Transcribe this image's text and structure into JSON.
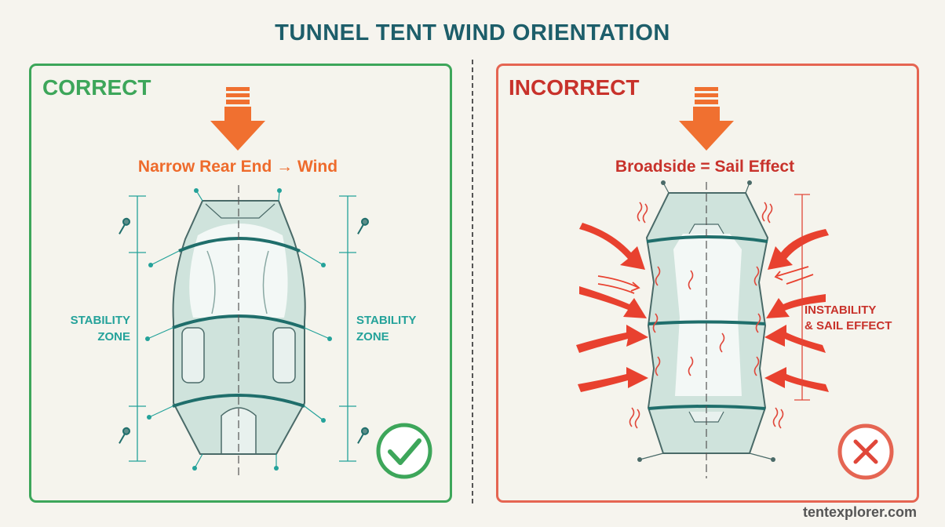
{
  "title": "TUNNEL TENT WIND ORIENTATION",
  "correct_panel": {
    "heading": "CORRECT",
    "caption": "Narrow Rear End → Wind",
    "zone_label_left": [
      "STABILITY",
      "ZONE"
    ],
    "zone_label_right": [
      "STABILITY",
      "ZONE"
    ],
    "badge_icon": "checkmark-icon",
    "accent_color": "#3da65a"
  },
  "incorrect_panel": {
    "heading": "INCORRECT",
    "caption": "Broadside = Sail Effect",
    "instability_label": [
      "INSTABILITY",
      "& SAIL EFFECT"
    ],
    "badge_icon": "cross-icon",
    "accent_color": "#e56552"
  },
  "colors": {
    "title": "#1d5e6a",
    "wind_arrow": "#f07030",
    "tent_fill": "#cfe3dc",
    "tent_stroke": "#4a6a68",
    "zone_teal": "#24a29a"
  },
  "footer": "tentexplorer.com"
}
